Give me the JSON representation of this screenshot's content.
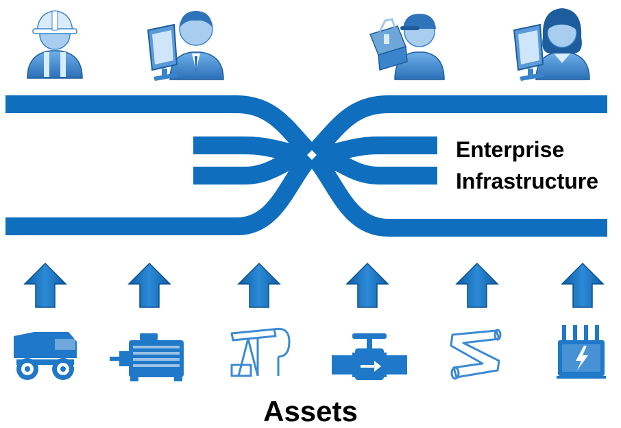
{
  "diagram": {
    "infrastructure_label": [
      "Enterprise",
      "Infrastructure"
    ],
    "assets_label": "Assets"
  },
  "colors": {
    "bus": "#0f6ebd",
    "arrow": "#1773c2",
    "arrow_stroke": "#0b4f8c",
    "asset": "#1f78c8",
    "asset_light": "#8ec3ee",
    "person_skin": "#a9cdee",
    "person_body": "#3a84cc",
    "person_dark": "#1d5d9e"
  },
  "people": [
    {
      "icon": "construction-worker-icon"
    },
    {
      "icon": "computer-user-male-icon"
    },
    {
      "icon": "technician-with-toolbox-icon"
    },
    {
      "icon": "computer-user-female-icon"
    }
  ],
  "assets": [
    {
      "icon": "dump-truck-icon"
    },
    {
      "icon": "electric-motor-icon"
    },
    {
      "icon": "oil-pump-jack-icon"
    },
    {
      "icon": "pipeline-valve-icon"
    },
    {
      "icon": "pipe-icon"
    },
    {
      "icon": "transformer-icon"
    }
  ]
}
